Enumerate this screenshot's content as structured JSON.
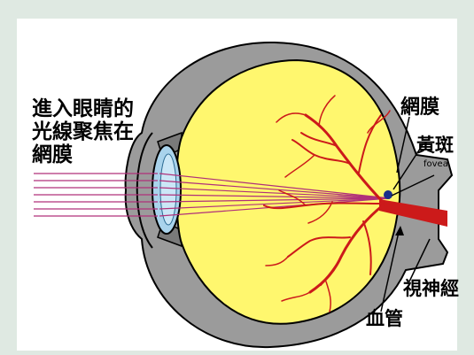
{
  "side_text": [
    "進入眼睛的",
    "光線聚焦在",
    "網膜"
  ],
  "labels": {
    "retina": "網膜",
    "macula": "黃斑",
    "fovea": "fovea",
    "optic_nerve": "視神經",
    "blood_vessel": "血管"
  },
  "colors": {
    "background": "#dfe9e2",
    "panel": "#ffffff",
    "sclera": "#9b9b9b",
    "vitreous": "#fff76e",
    "lens": "#a9d3ec",
    "vessel": "#cc1a1a",
    "light_ray": "#b0307a"
  }
}
